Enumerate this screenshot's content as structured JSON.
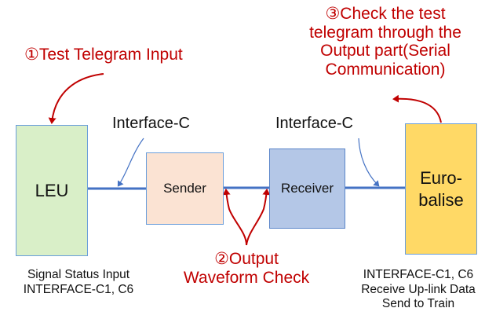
{
  "annotations": {
    "step1": "①Test Telegram Input",
    "step2_line1": "②Output",
    "step2_line2": "Waveform Check",
    "step3_line1": "③Check the test",
    "step3_line2": "telegram through the",
    "step3_line3": "Output part(Serial",
    "step3_line4": "Communication)"
  },
  "interfaces": {
    "left": "Interface-C",
    "right": "Interface-C"
  },
  "blocks": {
    "leu": "LEU",
    "sender": "Sender",
    "receiver": "Receiver",
    "eurobalise_line1": "Euro-",
    "eurobalise_line2": "balise"
  },
  "captions": {
    "left_line1": "Signal Status Input",
    "left_line2": "INTERFACE-C1, C6",
    "right_line1": "INTERFACE-C1, C6",
    "right_line2": "Receive Up-link Data",
    "right_line3": "Send to Train"
  },
  "colors": {
    "annotation_red": "#c00000",
    "link_blue": "#4472c4",
    "leu_fill": "#d9efc8",
    "sender_fill": "#fbe3d3",
    "receiver_fill": "#b4c7e7",
    "eurobalise_fill": "#ffd966"
  }
}
